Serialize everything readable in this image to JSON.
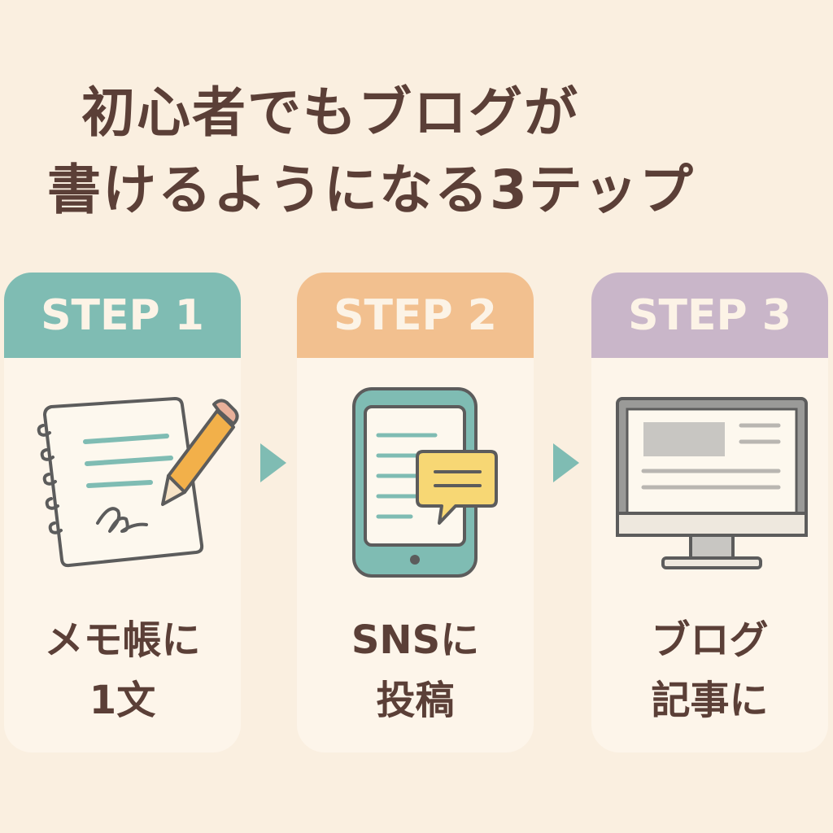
{
  "title": {
    "line1": "初心者でもブログが",
    "line2": "書けるようになる3テップ"
  },
  "colors": {
    "step1": "#7fbcb3",
    "step2": "#f2c08f",
    "step3": "#c9b6c9",
    "text": "#5b3f37",
    "background": "#faefe0"
  },
  "steps": [
    {
      "header": "STEP 1",
      "icon": "notebook-pencil-icon",
      "line1": "メモ帳に",
      "line2": "1文"
    },
    {
      "header": "STEP 2",
      "icon": "smartphone-chat-icon",
      "line1": "SNSに",
      "line2": "投稿"
    },
    {
      "header": "STEP 3",
      "icon": "monitor-blog-icon",
      "line1": "ブログ",
      "line2": "記事に"
    }
  ]
}
